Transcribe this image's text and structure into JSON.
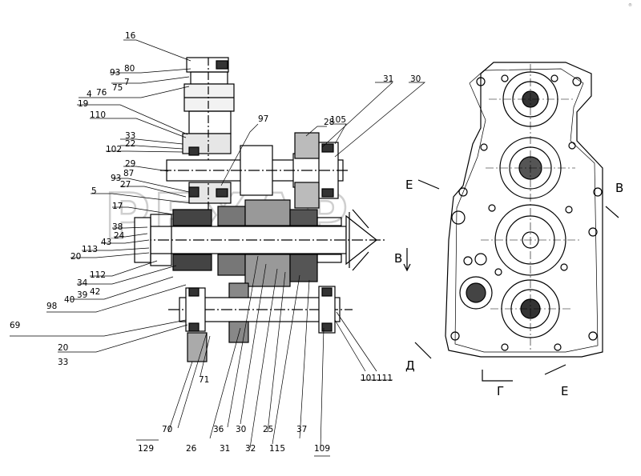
{
  "watermark": "РЕХАР",
  "corner_mark": "®",
  "labels": {
    "l16": "16",
    "l93a": "93",
    "l80": "80",
    "l7": "7",
    "l76": "76",
    "l75": "75",
    "l4": "4",
    "l19": "19",
    "l110": "110",
    "l33a": "33",
    "l22": "22",
    "l102": "102",
    "l29": "29",
    "l93b": "93",
    "l87": "87",
    "l27": "27",
    "l5": "5",
    "l17": "17",
    "l38": "38",
    "l24": "24",
    "l43": "43",
    "l113": "113",
    "l20a": "20",
    "l112": "112",
    "l34": "34",
    "l42": "42",
    "l39": "39",
    "l40": "40",
    "l98": "98",
    "l69": "69",
    "l20b": "20",
    "l33b": "33",
    "l97": "97",
    "l28": "28",
    "l31a": "31",
    "l30a": "30",
    "l105": "105",
    "l129": "129",
    "l70": "70",
    "l26": "26",
    "l71": "71",
    "l36": "36",
    "l31b": "31",
    "l30b": "30",
    "l32": "32",
    "l25": "25",
    "l115": "115",
    "l37": "37",
    "l109": "109",
    "l101": "101",
    "l111": "111"
  },
  "section_marks": {
    "e_top": "Е",
    "v_right": "В",
    "v_mid": "В",
    "d_bottom": "Д",
    "g_bottom": "Г",
    "e_bottom": "Е"
  }
}
